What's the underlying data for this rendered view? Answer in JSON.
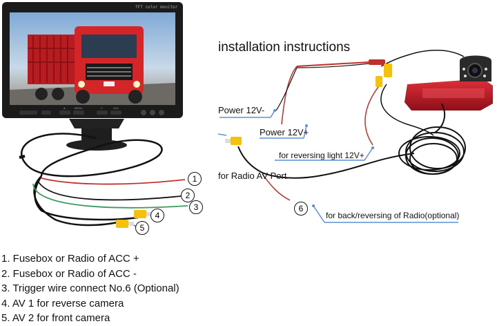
{
  "title": "installation instructions",
  "monitor": {
    "brand_text": "TFT color monitor",
    "buttons": [
      "●",
      "MENU",
      "↵",
      "VOL"
    ]
  },
  "labels": {
    "power_neg": "Power 12V-",
    "power_pos": "Power 12V+",
    "reversing_light": "for reversing light 12V+",
    "radio_av": "for Radio AV Port",
    "back_reversing": "for back/reversing of Radio(optional)"
  },
  "callouts": [
    "1",
    "2",
    "3",
    "4",
    "5",
    "6"
  ],
  "legend": [
    "1.  Fusebox or Radio of ACC +",
    "2.  Fusebox or Radio of ACC -",
    "3.  Trigger wire connect No.6 (Optional)",
    "4.  AV 1 for reverse camera",
    "5.  AV 2 for front camera"
  ],
  "colors": {
    "red_wire": "#c0302a",
    "black_wire": "#111111",
    "green_wire": "#3a9a5a",
    "rca_yellow": "#f4c20d",
    "camera_red": "#c81e28",
    "leader_blue": "#5b8fd6"
  }
}
